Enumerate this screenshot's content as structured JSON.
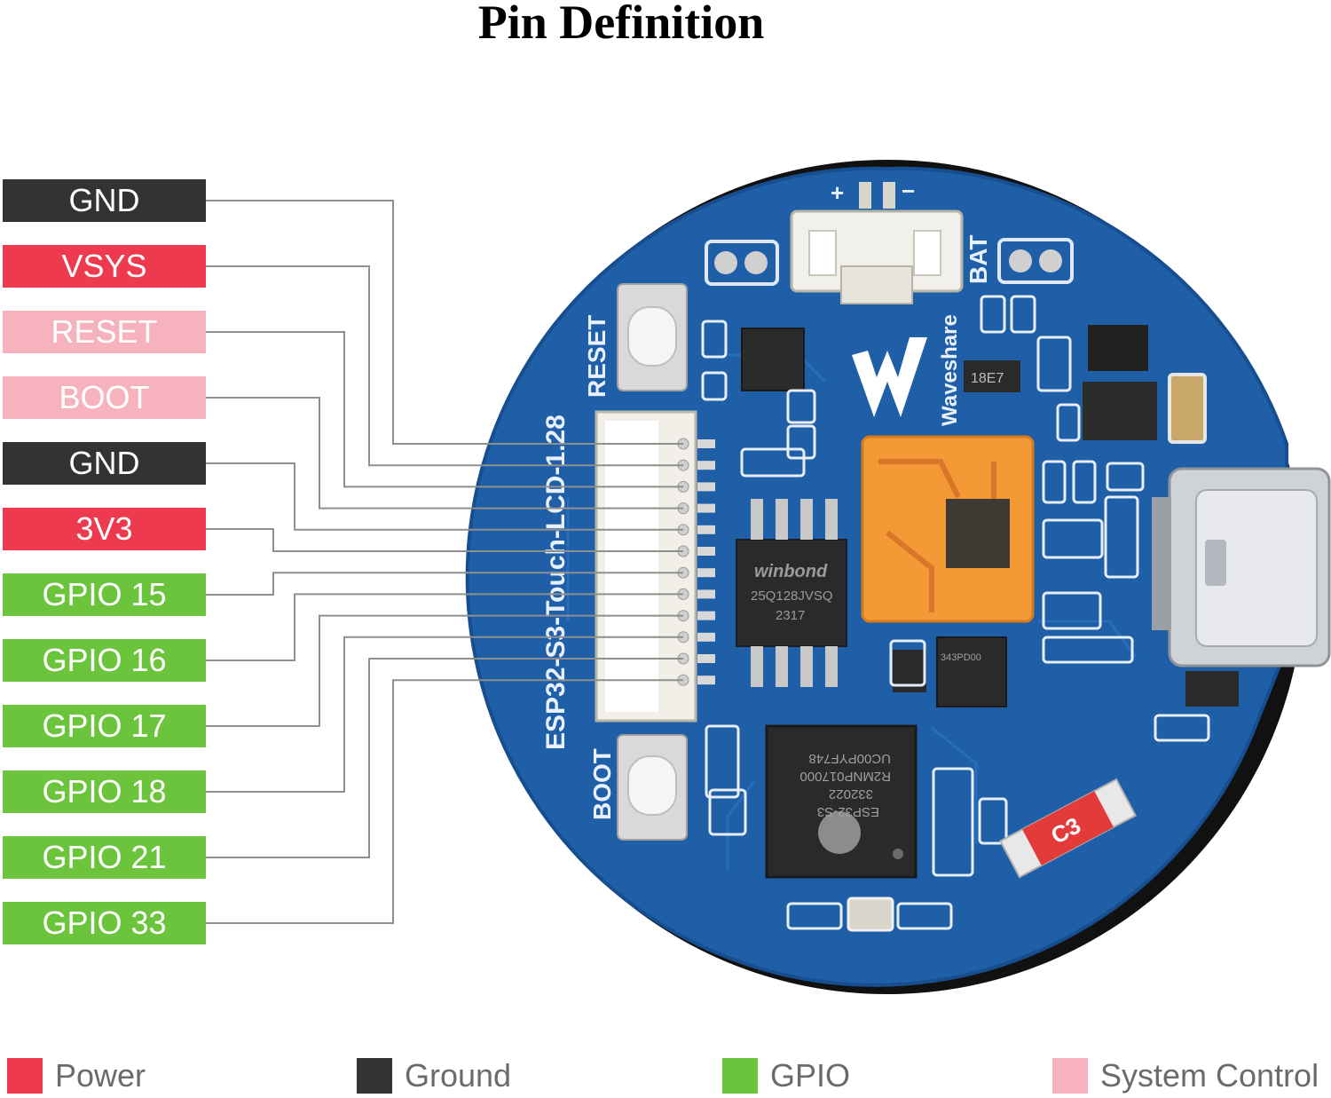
{
  "title": "Pin Definition",
  "colors": {
    "power": "#ee3a4f",
    "ground": "#333333",
    "gpio": "#6cc43d",
    "system_control": "#f6b3bd",
    "board": "#1e5fa8",
    "connector_lines": "#8f8f8f"
  },
  "pins": [
    {
      "label": "GND",
      "type": "ground"
    },
    {
      "label": "VSYS",
      "type": "power"
    },
    {
      "label": "RESET",
      "type": "system_control"
    },
    {
      "label": "BOOT",
      "type": "system_control"
    },
    {
      "label": "GND",
      "type": "ground"
    },
    {
      "label": "3V3",
      "type": "power"
    },
    {
      "label": "GPIO 15",
      "type": "gpio"
    },
    {
      "label": "GPIO 16",
      "type": "gpio"
    },
    {
      "label": "GPIO 17",
      "type": "gpio"
    },
    {
      "label": "GPIO 18",
      "type": "gpio"
    },
    {
      "label": "GPIO 21",
      "type": "gpio"
    },
    {
      "label": "GPIO 33",
      "type": "gpio"
    }
  ],
  "board": {
    "name": "ESP32-S3-Touch-LCD-1.28",
    "brand": "Waveshare",
    "reset_label": "RESET",
    "boot_label": "BOOT",
    "bat_label": "BAT",
    "battery_plus": "+",
    "battery_minus": "−",
    "flash_chip": {
      "brand": "winbond",
      "line1": "25Q128JVSQ",
      "line2": "2317"
    },
    "mcu_chip": {
      "line1": "ESP32-S3",
      "line2": "332022",
      "line3": "R2MNP017000",
      "line4": "UC00PYF748"
    },
    "ic_small_text": "18E7",
    "ic_mid_text": "343PD00",
    "cap_label": "C3"
  },
  "legend": [
    {
      "label": "Power",
      "type": "power"
    },
    {
      "label": "Ground",
      "type": "ground"
    },
    {
      "label": "GPIO",
      "type": "gpio"
    },
    {
      "label": "System Control",
      "type": "system_control"
    }
  ]
}
